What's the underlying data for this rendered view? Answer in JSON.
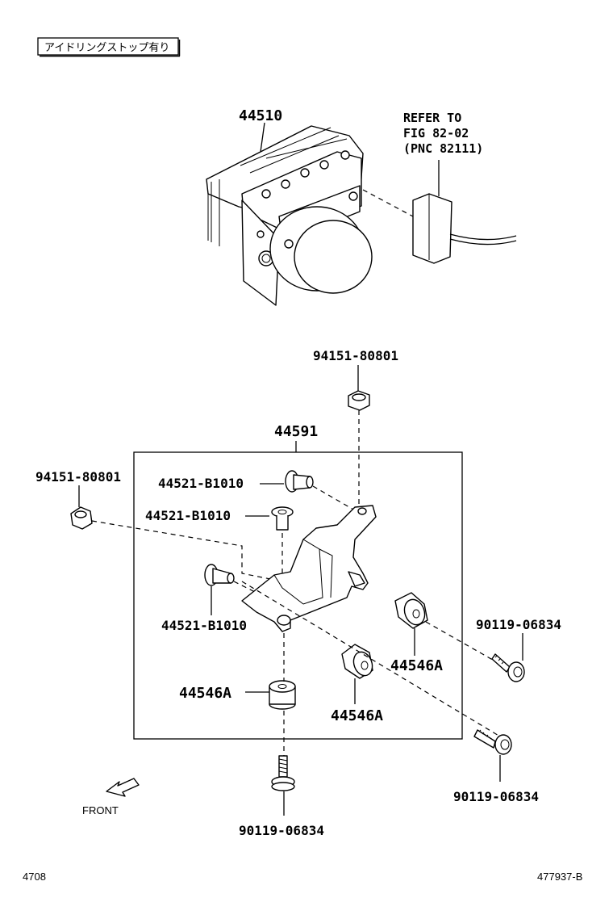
{
  "condition_label": "アイドリングストップ有り",
  "parts": {
    "actuator": "44510",
    "refer_line1": "REFER TO",
    "refer_line2": "FIG 82-02",
    "refer_line3": "(PNC 82111)",
    "nut_top": "94151-80801",
    "bracket": "44591",
    "nut_left": "94151-80801",
    "collar_1": "44521-B1010",
    "collar_2": "44521-B1010",
    "collar_3": "44521-B1010",
    "cushion_right": "44546A",
    "cushion_center": "44546A",
    "cushion_left": "44546A",
    "bolt_right_top": "90119-06834",
    "bolt_right_bottom": "90119-06834",
    "bolt_bottom": "90119-06834",
    "front": "FRONT"
  },
  "footer": {
    "left": "4708",
    "right": "477937-B"
  }
}
